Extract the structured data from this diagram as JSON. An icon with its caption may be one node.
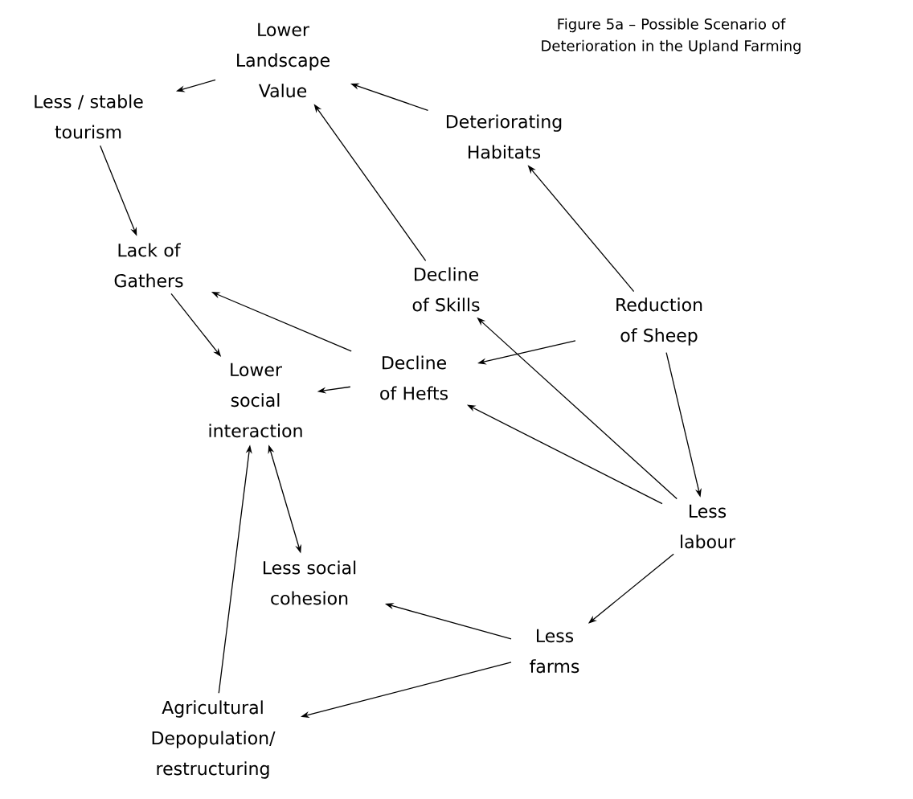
{
  "diagram": {
    "title": "Figure 5a – Possible Scenario of Deterioration in the Upland Farming",
    "nodes": [
      {
        "text": [
          "Lower Landscape Value"
        ]
      },
      {
        "text": [
          "Less / stable tourism"
        ]
      },
      {
        "text": [
          "Deteriorating Habitats"
        ]
      },
      {
        "text": [
          "Lack of Gathers"
        ]
      },
      {
        "text": [
          "Decline of Skills"
        ]
      },
      {
        "text": [
          "Reduction of Sheep"
        ]
      },
      {
        "text": [
          "Decline of Hefts"
        ]
      },
      {
        "text": [
          "Lower social interaction"
        ]
      },
      {
        "text": [
          "Less labour"
        ]
      },
      {
        "text": [
          "Less social cohesion"
        ]
      },
      {
        "text": [
          "Less farms"
        ]
      },
      {
        "text": [
          "Agricultural Depopulation/ restructuring"
        ]
      }
    ],
    "edges": [
      {
        "from": 0,
        "to": 1,
        "arrow": "to"
      },
      {
        "from": 2,
        "to": 0,
        "arrow": "to"
      },
      {
        "from": 4,
        "to": 0,
        "arrow": "to"
      },
      {
        "from": 5,
        "to": 2,
        "arrow": "to"
      },
      {
        "from": 1,
        "to": 3,
        "arrow": "to"
      },
      {
        "from": 6,
        "to": 3,
        "arrow": "to"
      },
      {
        "from": 3,
        "to": 7,
        "arrow": "to"
      },
      {
        "from": 6,
        "to": 7,
        "arrow": "to"
      },
      {
        "from": 7,
        "to": 9,
        "arrow": "both"
      },
      {
        "from": 5,
        "to": 6,
        "arrow": "to"
      },
      {
        "from": 8,
        "to": 4,
        "arrow": "to"
      },
      {
        "from": 8,
        "to": 6,
        "arrow": "to"
      },
      {
        "from": 5,
        "to": 8,
        "arrow": "to"
      },
      {
        "from": 8,
        "to": 10,
        "arrow": "to"
      },
      {
        "from": 10,
        "to": 9,
        "arrow": "to"
      },
      {
        "from": 10,
        "to": 11,
        "arrow": "to"
      },
      {
        "from": 11,
        "to": 7,
        "arrow": "to"
      }
    ]
  }
}
